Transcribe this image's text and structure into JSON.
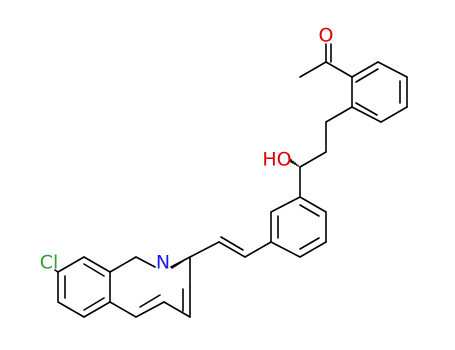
{
  "structure": {
    "labels": {
      "oxygen_ketone": "O",
      "hydroxyl": "HO",
      "nitrogen": "N",
      "chlorine": "Cl"
    },
    "colors": {
      "bond": "#000000",
      "oxygen": "#e00000",
      "nitrogen": "#1c1cf0",
      "chlorine": "#2e9e2e"
    }
  }
}
